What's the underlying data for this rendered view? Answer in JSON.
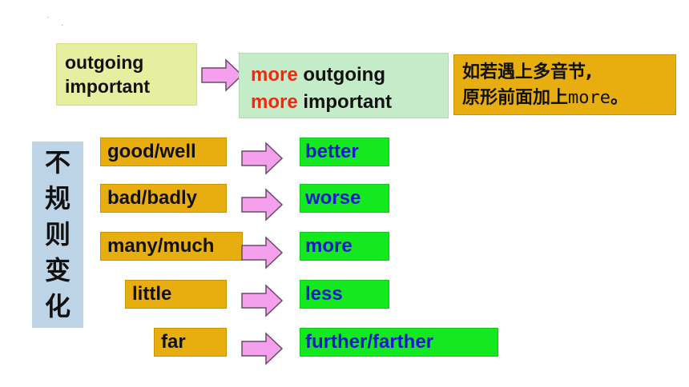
{
  "top": {
    "adjectives": [
      "outgoing",
      "important"
    ],
    "comparatives": [
      {
        "prefix": "more",
        "word": "outgoing"
      },
      {
        "prefix": "more",
        "word": "important"
      }
    ],
    "note_line1": "如若遇上多音节,",
    "note_line2_cn": "原形前面加上",
    "note_line2_code": "more",
    "note_line2_end": "。"
  },
  "side_label": [
    "不",
    "规",
    "则",
    "变",
    "化"
  ],
  "irregular": [
    {
      "base": "good/well",
      "result": "better"
    },
    {
      "base": "bad/badly",
      "result": "worse"
    },
    {
      "base": "many/much",
      "result": "more"
    },
    {
      "base": "little",
      "result": "less"
    },
    {
      "base": "far",
      "result": "further/farther"
    }
  ],
  "colors": {
    "yellow_box": "#e6eea0",
    "light_green_box": "#c5ecc8",
    "orange_box": "#e8ae10",
    "bright_green_box": "#14e81e",
    "side_box": "#bcd4e6",
    "arrow_fill": "#f4a0ec",
    "red_text": "#ee2a10",
    "blue_text": "#1a1acc"
  }
}
